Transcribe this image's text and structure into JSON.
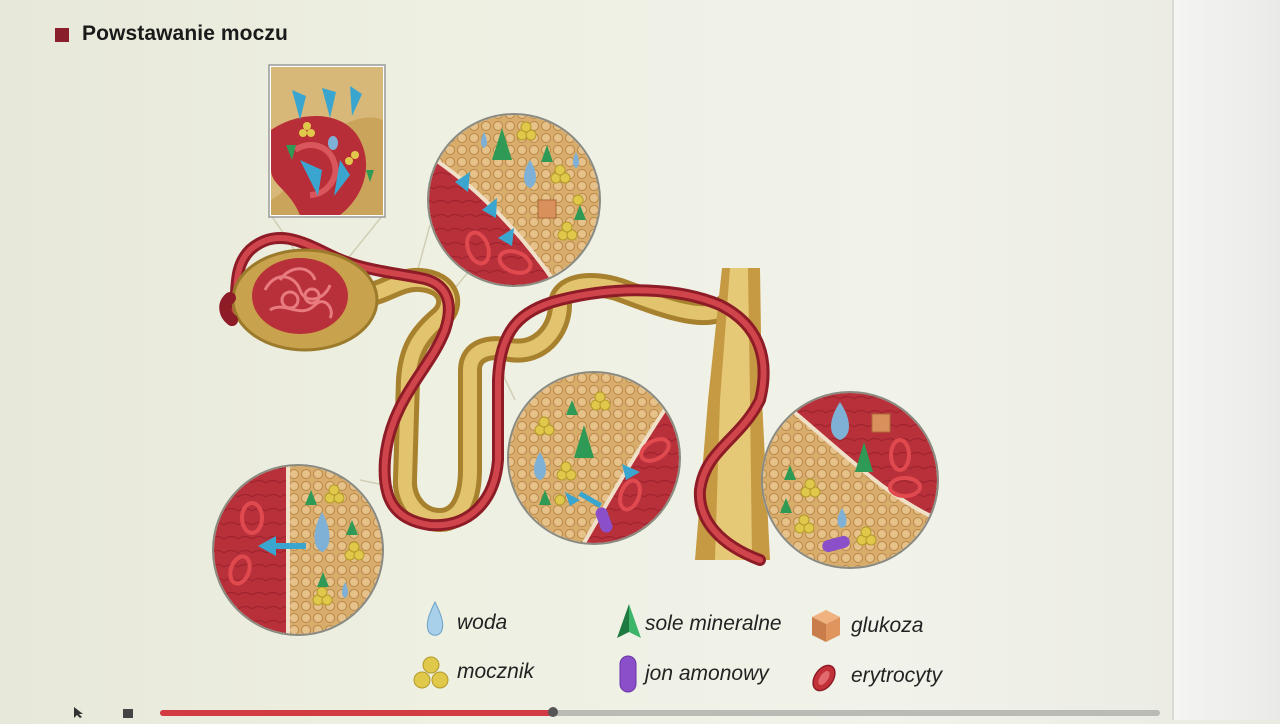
{
  "title": "Powstawanie moczu",
  "legend": {
    "woda": "woda",
    "mocznik": "mocznik",
    "sole": "sole mineralne",
    "jon": "jon amonowy",
    "glukoza": "glukoza",
    "erytrocyty": "erytrocyty"
  },
  "player": {
    "progress": 0.393
  },
  "colors": {
    "title_square": "#8a1f2c",
    "vessel": "#c0333b",
    "tubule": "#d7b55f",
    "water": "#7fb1d6",
    "urea": "#e0c84a",
    "salt": "#2e9a55",
    "glucose": "#d9905a",
    "ammonium": "#8a4fc9",
    "erythrocyte": "#c23138",
    "arrow": "#3aa6cf",
    "progress_fill": "#d23b42"
  }
}
